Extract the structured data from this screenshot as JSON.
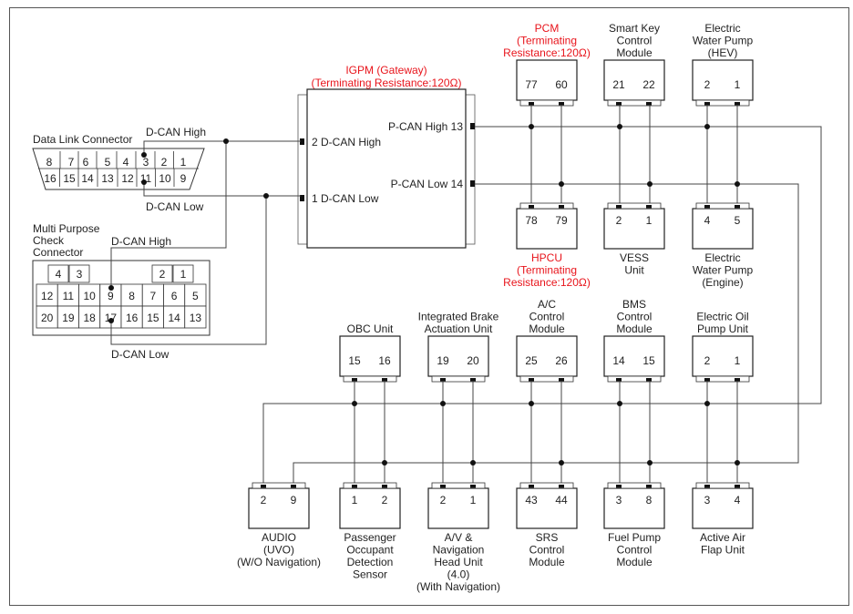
{
  "igpm": {
    "title": "IGPM (Gateway)",
    "subtitle": "(Terminating Resistance:120Ω)",
    "pin_dcan_high": "2 D-CAN High",
    "pin_dcan_low": "1 D-CAN Low",
    "pin_pcan_high": "P-CAN High 13",
    "pin_pcan_low": "P-CAN Low 14"
  },
  "dlc": {
    "title": "Data Link Connector",
    "row1": [
      "8",
      "7",
      "6",
      "5",
      "4",
      "3",
      "2",
      "1"
    ],
    "row2": [
      "16",
      "15",
      "14",
      "13",
      "12",
      "11",
      "10",
      "9"
    ],
    "high_label": "D-CAN High",
    "low_label": "D-CAN Low"
  },
  "mpc": {
    "title": [
      "Multi Purpose",
      "Check",
      "Connector"
    ],
    "row0": [
      "4",
      "3",
      "2",
      "1"
    ],
    "row1": [
      "12",
      "11",
      "10",
      "9",
      "8",
      "7",
      "6",
      "5"
    ],
    "row2": [
      "20",
      "19",
      "18",
      "17",
      "16",
      "15",
      "14",
      "13"
    ],
    "high_label": "D-CAN High",
    "low_label": "D-CAN Low"
  },
  "modules": [
    {
      "id": "pcm",
      "label": [
        "PCM",
        "(Terminating",
        "Resistance:120Ω)"
      ],
      "pins": [
        "77",
        "60"
      ],
      "red": true
    },
    {
      "id": "smartkey",
      "label": [
        "Smart Key",
        "Control",
        "Module"
      ],
      "pins": [
        "21",
        "22"
      ]
    },
    {
      "id": "ewp_hev",
      "label": [
        "Electric",
        "Water Pump",
        "(HEV)"
      ],
      "pins": [
        "2",
        "1"
      ]
    },
    {
      "id": "hpcu",
      "label": [
        "HPCU",
        "(Terminating",
        "Resistance:120Ω)"
      ],
      "pins": [
        "78",
        "79"
      ],
      "red": true
    },
    {
      "id": "vess",
      "label": [
        "VESS",
        "Unit"
      ],
      "pins": [
        "2",
        "1"
      ]
    },
    {
      "id": "ewp_engine",
      "label": [
        "Electric",
        "Water Pump",
        "(Engine)"
      ],
      "pins": [
        "4",
        "5"
      ]
    },
    {
      "id": "obc",
      "label": [
        "OBC Unit"
      ],
      "pins": [
        "15",
        "16"
      ]
    },
    {
      "id": "iba",
      "label": [
        "Integrated Brake",
        "Actuation Unit"
      ],
      "pins": [
        "19",
        "20"
      ]
    },
    {
      "id": "ac",
      "label": [
        "A/C",
        "Control",
        "Module"
      ],
      "pins": [
        "25",
        "26"
      ]
    },
    {
      "id": "bms",
      "label": [
        "BMS",
        "Control",
        "Module"
      ],
      "pins": [
        "14",
        "15"
      ]
    },
    {
      "id": "eop",
      "label": [
        "Electric Oil",
        "Pump Unit"
      ],
      "pins": [
        "2",
        "1"
      ]
    },
    {
      "id": "audio",
      "label": [
        "AUDIO",
        "(UVO)",
        "(W/O Navigation)"
      ],
      "pins": [
        "2",
        "9"
      ]
    },
    {
      "id": "pods",
      "label": [
        "Passenger",
        "Occupant",
        "Detection",
        "Sensor"
      ],
      "pins": [
        "1",
        "2"
      ]
    },
    {
      "id": "avn",
      "label": [
        "A/V &",
        "Navigation",
        "Head Unit",
        "(4.0)",
        "(With Navigation)"
      ],
      "pins": [
        "2",
        "1"
      ]
    },
    {
      "id": "srs",
      "label": [
        "SRS",
        "Control",
        "Module"
      ],
      "pins": [
        "43",
        "44"
      ]
    },
    {
      "id": "fuelpump",
      "label": [
        "Fuel Pump",
        "Control",
        "Module"
      ],
      "pins": [
        "3",
        "8"
      ]
    },
    {
      "id": "aaf",
      "label": [
        "Active Air",
        "Flap Unit"
      ],
      "pins": [
        "3",
        "4"
      ]
    }
  ],
  "colors": {
    "accent_red": "#e8141b",
    "line": "#444444"
  }
}
